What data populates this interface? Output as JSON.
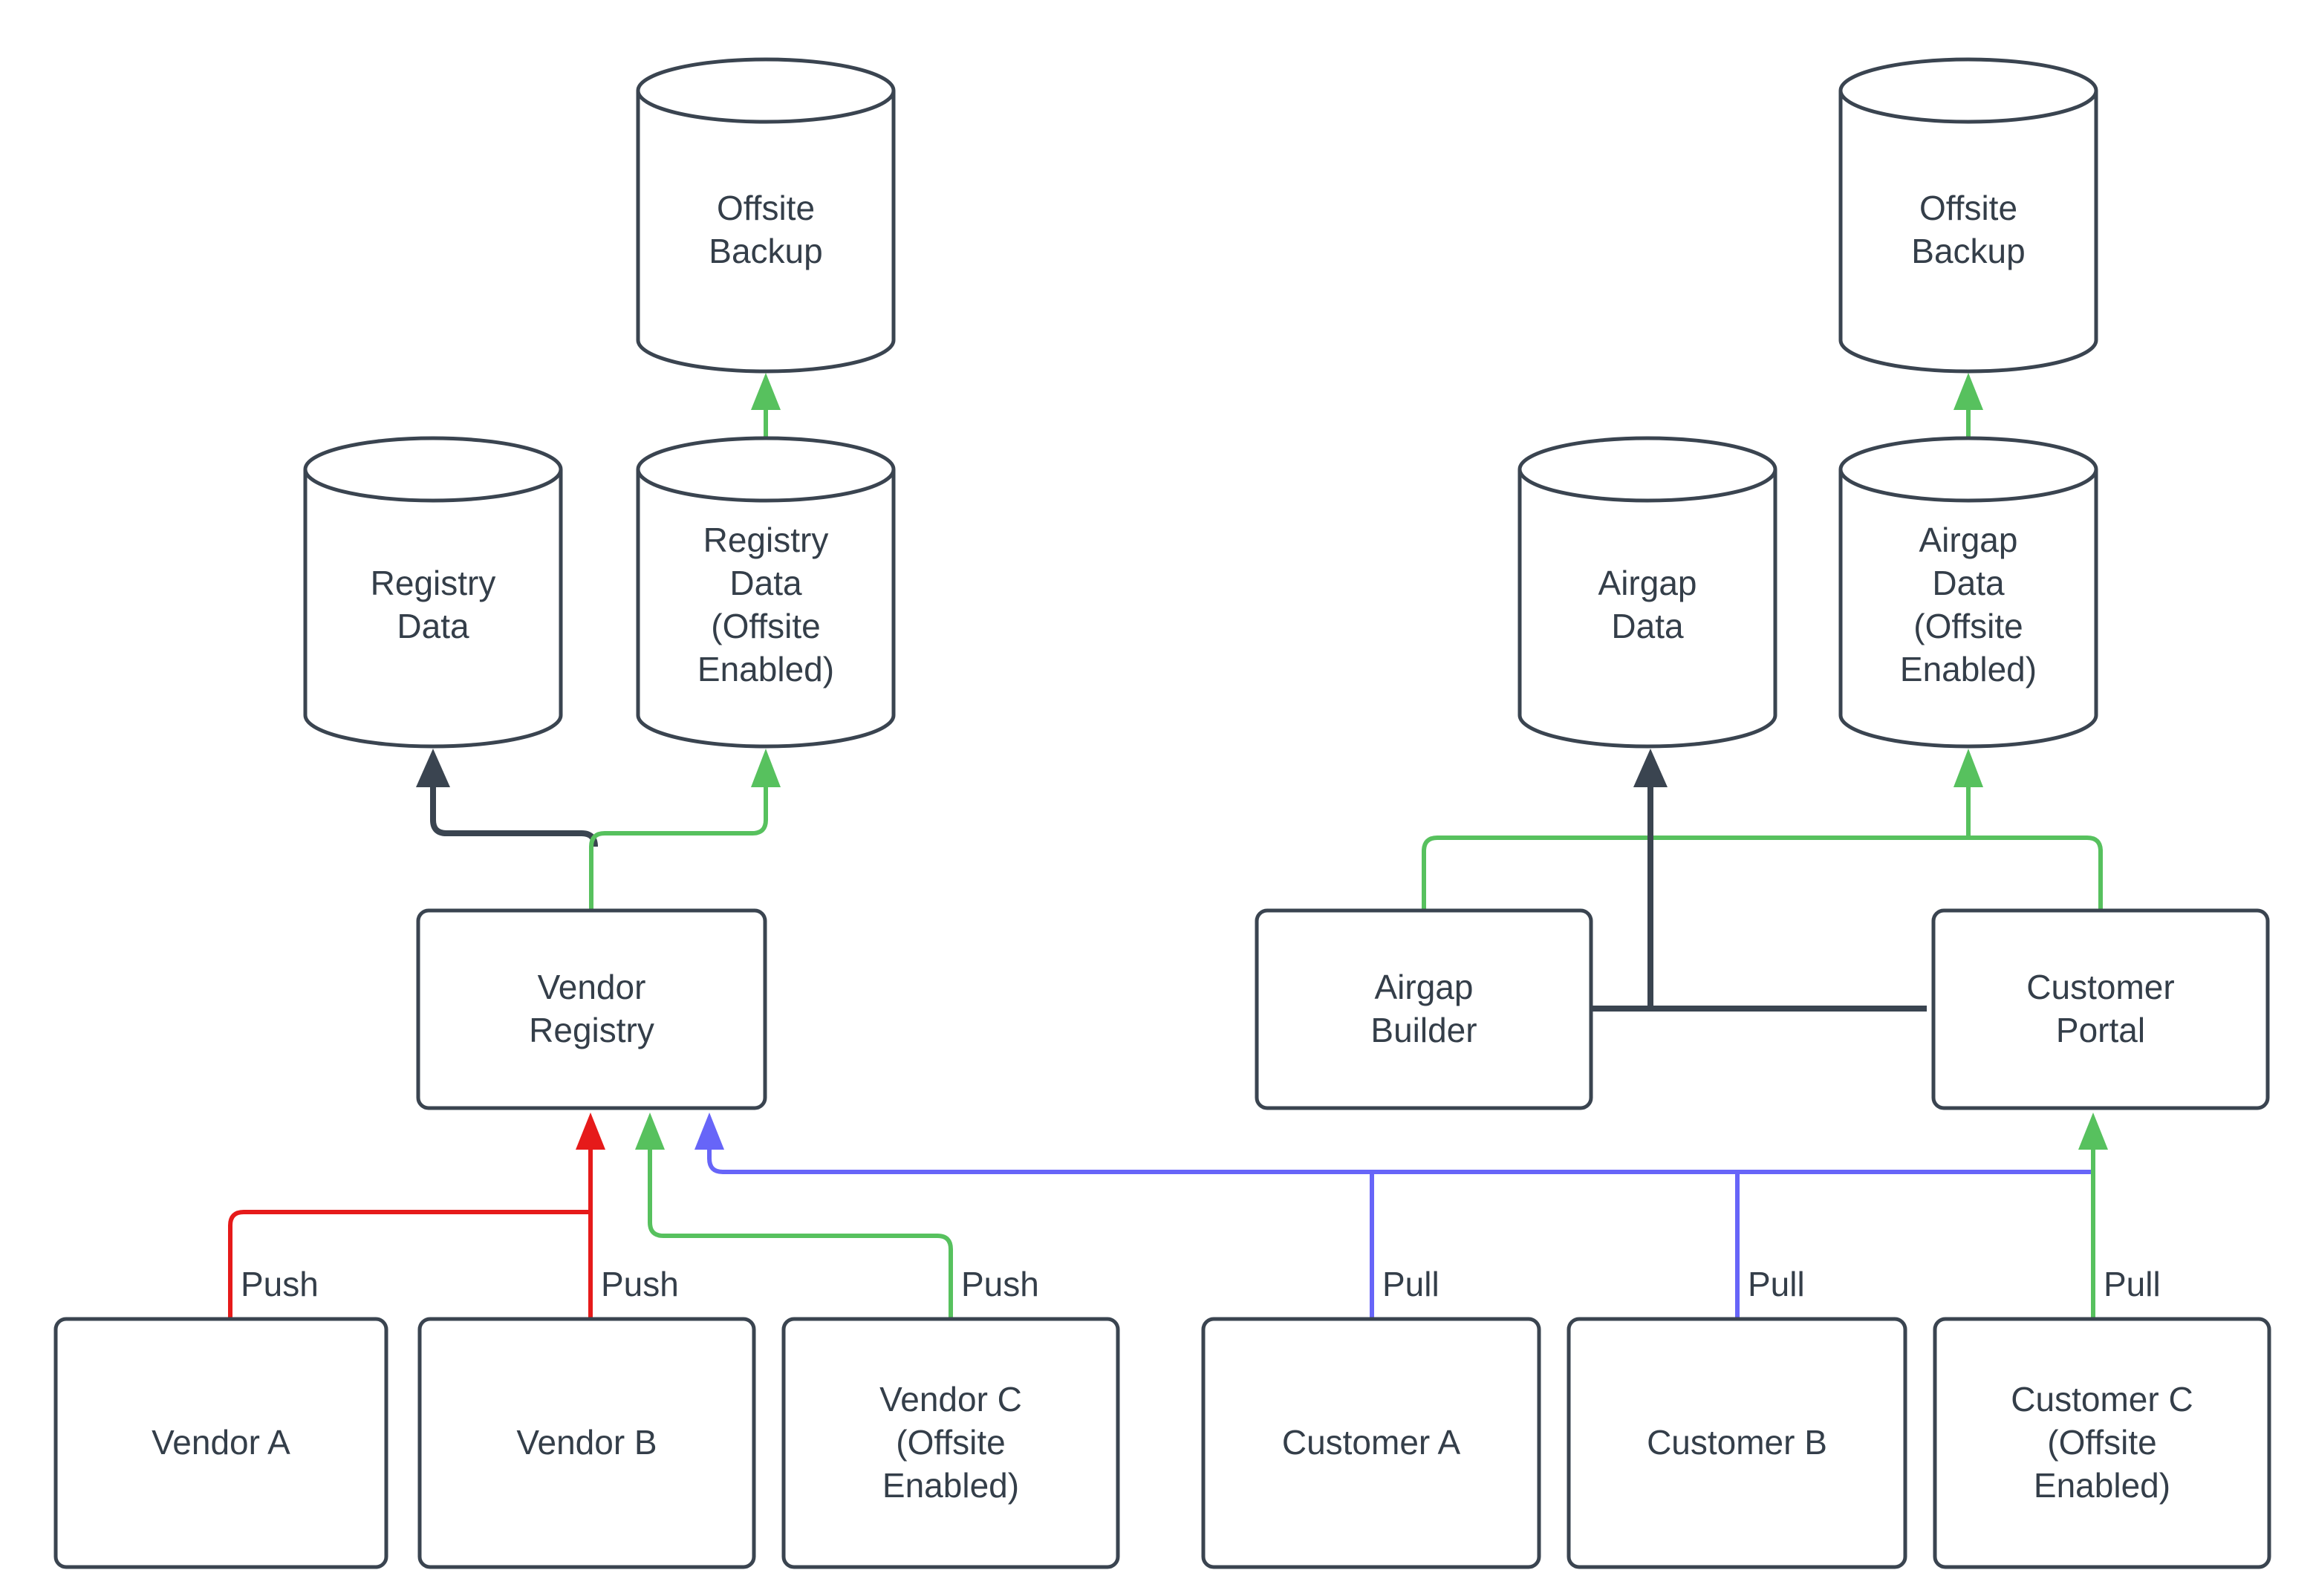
{
  "diagram": {
    "title": "",
    "colors": {
      "background": "#ffffff",
      "node_fill": "#ffffff",
      "node_stroke": "#3A4450",
      "text": "#343E49",
      "red": "#E61A1A",
      "green": "#57C15E",
      "blue": "#6765F8",
      "dark": "#3A4450"
    },
    "nodes": {
      "offsite_backup_left": "Offsite\nBackup",
      "offsite_backup_right": "Offsite\nBackup",
      "registry_data": "Registry\nData",
      "registry_data_offsite": "Registry\nData\n(Offsite\nEnabled)",
      "airgap_data": "Airgap\nData",
      "airgap_data_offsite": "Airgap\nData\n(Offsite\nEnabled)",
      "vendor_registry": "Vendor\nRegistry",
      "airgap_builder": "Airgap\nBuilder",
      "customer_portal": "Customer\nPortal",
      "vendor_a": "Vendor A",
      "vendor_b": "Vendor B",
      "vendor_c": "Vendor C\n(Offsite\nEnabled)",
      "customer_a": "Customer A",
      "customer_b": "Customer B",
      "customer_c": "Customer C\n(Offsite\nEnabled)"
    },
    "labels": {
      "push": "Push",
      "pull": "Pull"
    },
    "edges": [
      {
        "from": "vendor_a",
        "to": "vendor_registry",
        "label": "Push",
        "color": "#E61A1A"
      },
      {
        "from": "vendor_b",
        "to": "vendor_registry",
        "label": "Push",
        "color": "#E61A1A"
      },
      {
        "from": "vendor_c",
        "to": "vendor_registry",
        "label": "Push",
        "color": "#57C15E"
      },
      {
        "from": "vendor_registry",
        "to": "registry_data",
        "label": "",
        "color": "#3A4450"
      },
      {
        "from": "vendor_registry",
        "to": "registry_data_offsite",
        "label": "",
        "color": "#57C15E"
      },
      {
        "from": "registry_data_offsite",
        "to": "offsite_backup_left",
        "label": "",
        "color": "#57C15E"
      },
      {
        "from": "customer_a",
        "to": "vendor_registry",
        "label": "Pull",
        "color": "#6765F8"
      },
      {
        "from": "customer_b",
        "to": "vendor_registry",
        "label": "Pull",
        "color": "#6765F8"
      },
      {
        "from": "customer_c",
        "to": "customer_portal",
        "label": "Pull",
        "color": "#57C15E"
      },
      {
        "from": "customer_portal",
        "to": "airgap_builder",
        "label": "",
        "color": "#57C15E"
      },
      {
        "from": "customer_portal",
        "to": "airgap_data_offsite",
        "label": "",
        "color": "#57C15E"
      },
      {
        "from": "airgap_builder",
        "to": "customer_portal",
        "label": "",
        "color": "#3A4450"
      },
      {
        "from": "airgap_builder_customer_portal",
        "to": "airgap_data",
        "label": "",
        "color": "#3A4450"
      },
      {
        "from": "airgap_data_offsite",
        "to": "offsite_backup_right",
        "label": "",
        "color": "#57C15E"
      }
    ]
  }
}
